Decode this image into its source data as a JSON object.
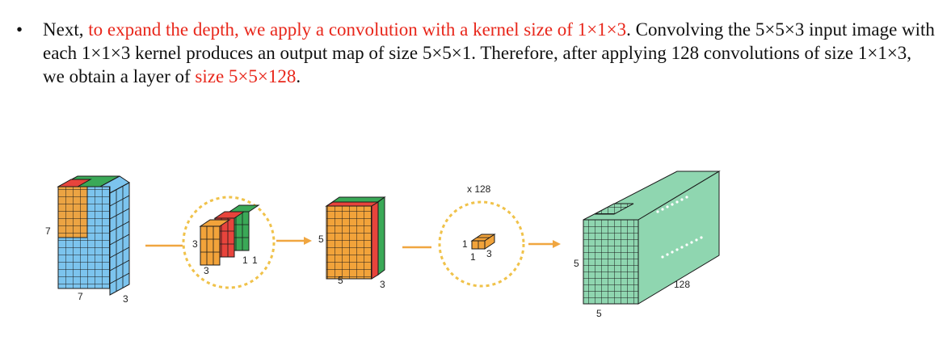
{
  "paragraph": {
    "bullet": "•",
    "t1": "Next, ",
    "t2": "to expand the depth, we apply a convolution with a kernel size of 1×1×3",
    "t3": ". Convolving the 5×5×3 input image with each 1×1×3 kernel produces an output map of size 5×5×1. Therefore, after applying 128 convolutions of size 1×1×3, we obtain a layer of ",
    "t4": "size 5×5×128",
    "t5": "."
  },
  "figure": {
    "input": {
      "height": "7",
      "width": "7",
      "depth": "3"
    },
    "kernels": {
      "height": "3",
      "width": "3",
      "depth_a": "1",
      "depth_b": "1"
    },
    "mid": {
      "height": "5",
      "width": "5",
      "depth": "3"
    },
    "pointwise": {
      "count": "x 128",
      "height": "1",
      "width": "1",
      "depth": "3"
    },
    "output": {
      "height": "5",
      "width": "5",
      "depth": "128"
    },
    "colors": {
      "blue": "#7cc4ee",
      "orange": "#f2a33a",
      "red": "#e8443c",
      "green": "#3aa957",
      "teal": "#8fd6b0",
      "arrow": "#f0a640",
      "dashed": "#f0c24a"
    }
  }
}
